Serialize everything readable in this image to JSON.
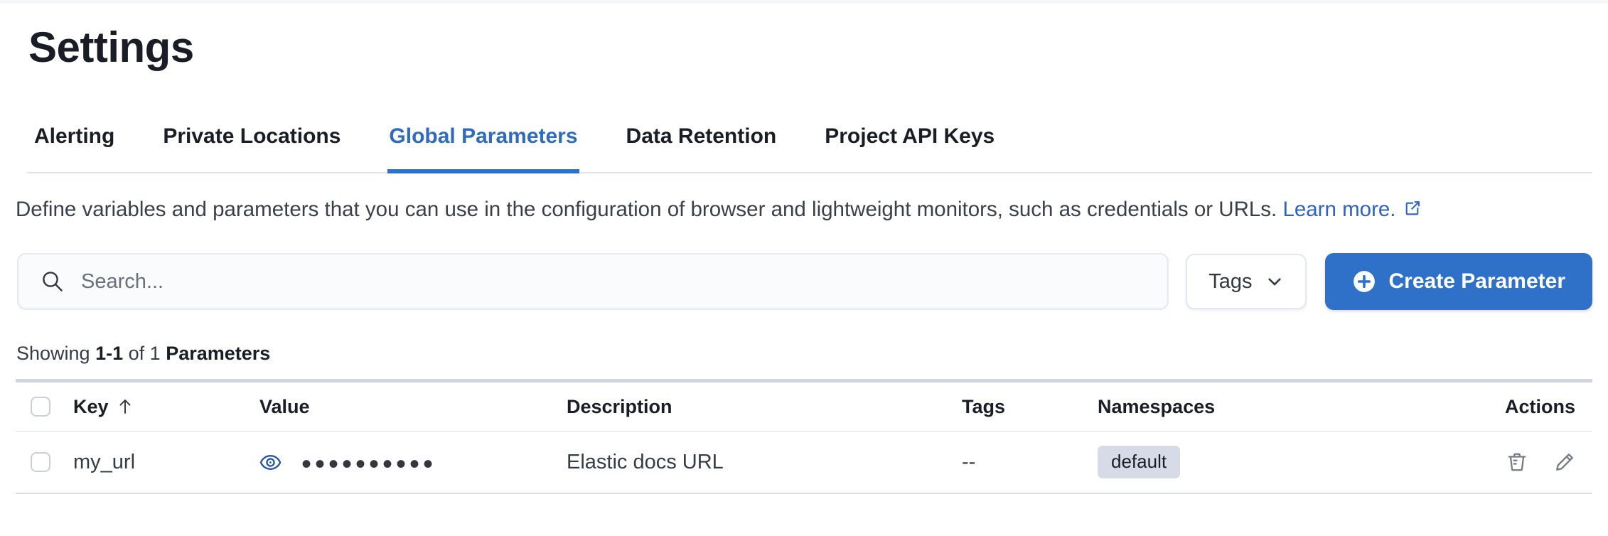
{
  "page": {
    "title": "Settings"
  },
  "tabs": {
    "items": [
      {
        "label": "Alerting",
        "active": false
      },
      {
        "label": "Private Locations",
        "active": false
      },
      {
        "label": "Global Parameters",
        "active": true
      },
      {
        "label": "Data Retention",
        "active": false
      },
      {
        "label": "Project API Keys",
        "active": false
      }
    ]
  },
  "description": {
    "text": "Define variables and parameters that you can use in the configuration of browser and lightweight monitors, such as credentials or URLs.",
    "link_label": "Learn more.",
    "link_icon": "popout-icon"
  },
  "toolbar": {
    "search_placeholder": "Search...",
    "search_value": "",
    "search_icon": "search-icon",
    "tags_button_label": "Tags",
    "tags_button_icon": "chevron-down-icon",
    "create_button_label": "Create Parameter",
    "create_button_icon": "plus-in-circle-icon"
  },
  "summary": {
    "showing_label": "Showing",
    "range": "1-1",
    "of_label": "of 1",
    "entity": "Parameters"
  },
  "table": {
    "headers": {
      "key": "Key",
      "key_sort_icon": "sort-up-arrow-icon",
      "value": "Value",
      "description": "Description",
      "tags": "Tags",
      "namespaces": "Namespaces",
      "actions": "Actions"
    },
    "rows": [
      {
        "key": "my_url",
        "value_masked": "••••••••••",
        "value_reveal_icon": "eye-icon",
        "description": "Elastic docs URL",
        "tags": "--",
        "namespace": "default",
        "action_icons": [
          "trash-icon",
          "pencil-icon"
        ]
      }
    ]
  },
  "colors": {
    "primary_button_blue": "#2F70C8",
    "active_tab_blue": "#2F6BBF",
    "link_blue": "#2C63C5",
    "eye_icon_blue": "#2456A4",
    "badge_background": "#D6DBE7",
    "heading_text": "#1A1D26",
    "body_text": "#353B47",
    "muted_text": "#69707D",
    "border_light": "#D3DAE6"
  }
}
